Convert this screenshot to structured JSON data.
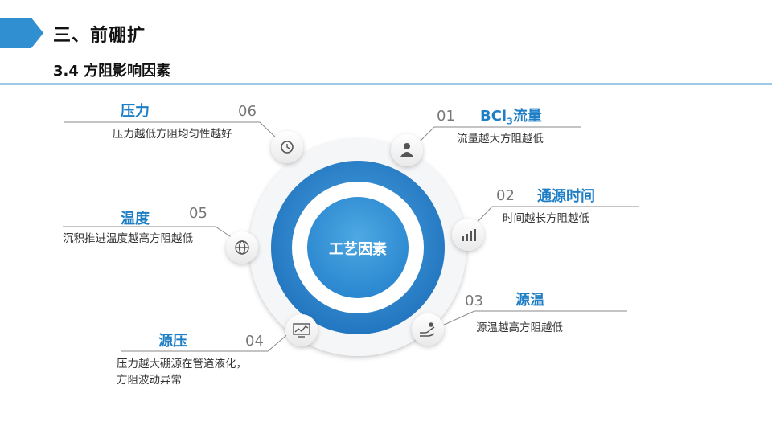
{
  "header": {
    "title": "三、前硼扩",
    "subtitle": "3.4 方阻影响因素"
  },
  "center": {
    "label": "工艺因素"
  },
  "factors": [
    {
      "num": "01",
      "title_main": "BCl",
      "title_sub": "3",
      "title_tail": "流量",
      "desc": "流量越大方阻越低",
      "icon": "user-icon"
    },
    {
      "num": "02",
      "title": "通源时间",
      "desc": "时间越长方阻越低",
      "icon": "bar-chart-icon"
    },
    {
      "num": "03",
      "title": "源温",
      "desc": "源温越高方阻越低",
      "icon": "hand-icon"
    },
    {
      "num": "04",
      "title": "源压",
      "desc_line1": "压力越大硼源在管道液化，",
      "desc_line2": "方阻波动异常",
      "icon": "monitor-chart-icon"
    },
    {
      "num": "05",
      "title": "温度",
      "desc": "沉积推进温度越高方阻越低",
      "icon": "globe-icon"
    },
    {
      "num": "06",
      "title": "压力",
      "desc": "压力越低方阻均匀性越好",
      "icon": "clock-icon"
    }
  ],
  "colors": {
    "accent": "#2f8fd0",
    "ring_outer": "#2a86cf",
    "ring_inner": "#3c97d8",
    "text_blue": "#1f7fc6"
  }
}
